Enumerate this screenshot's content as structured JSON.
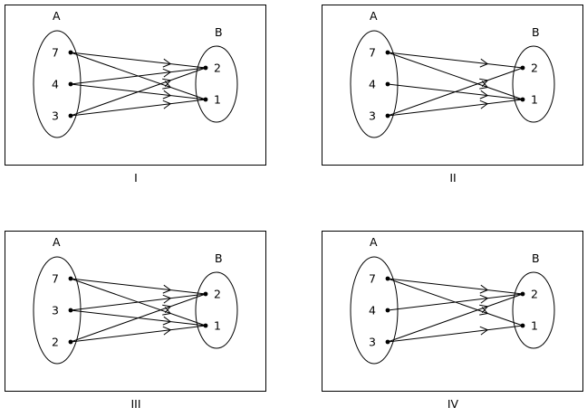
{
  "panels": [
    {
      "caption": "I",
      "set_a_label": "A",
      "set_b_label": "B",
      "a_elements": [
        "7",
        "4",
        "3"
      ],
      "b_elements": [
        "2",
        "1"
      ],
      "mappings": [
        [
          0,
          0
        ],
        [
          0,
          1
        ],
        [
          1,
          0
        ],
        [
          1,
          1
        ],
        [
          2,
          0
        ],
        [
          2,
          1
        ]
      ]
    },
    {
      "caption": "II",
      "set_a_label": "A",
      "set_b_label": "B",
      "a_elements": [
        "7",
        "4",
        "3"
      ],
      "b_elements": [
        "2",
        "1"
      ],
      "mappings": [
        [
          0,
          0
        ],
        [
          0,
          1
        ],
        [
          1,
          1
        ],
        [
          2,
          0
        ],
        [
          2,
          1
        ]
      ]
    },
    {
      "caption": "III",
      "set_a_label": "A",
      "set_b_label": "B",
      "a_elements": [
        "7",
        "3",
        "2"
      ],
      "b_elements": [
        "2",
        "1"
      ],
      "mappings": [
        [
          0,
          0
        ],
        [
          0,
          1
        ],
        [
          1,
          0
        ],
        [
          1,
          1
        ],
        [
          2,
          0
        ],
        [
          2,
          1
        ]
      ]
    },
    {
      "caption": "IV",
      "set_a_label": "A",
      "set_b_label": "B",
      "a_elements": [
        "7",
        "4",
        "3"
      ],
      "b_elements": [
        "2",
        "1"
      ],
      "mappings": [
        [
          0,
          0
        ],
        [
          0,
          1
        ],
        [
          1,
          0
        ],
        [
          2,
          0
        ],
        [
          2,
          1
        ]
      ]
    }
  ]
}
